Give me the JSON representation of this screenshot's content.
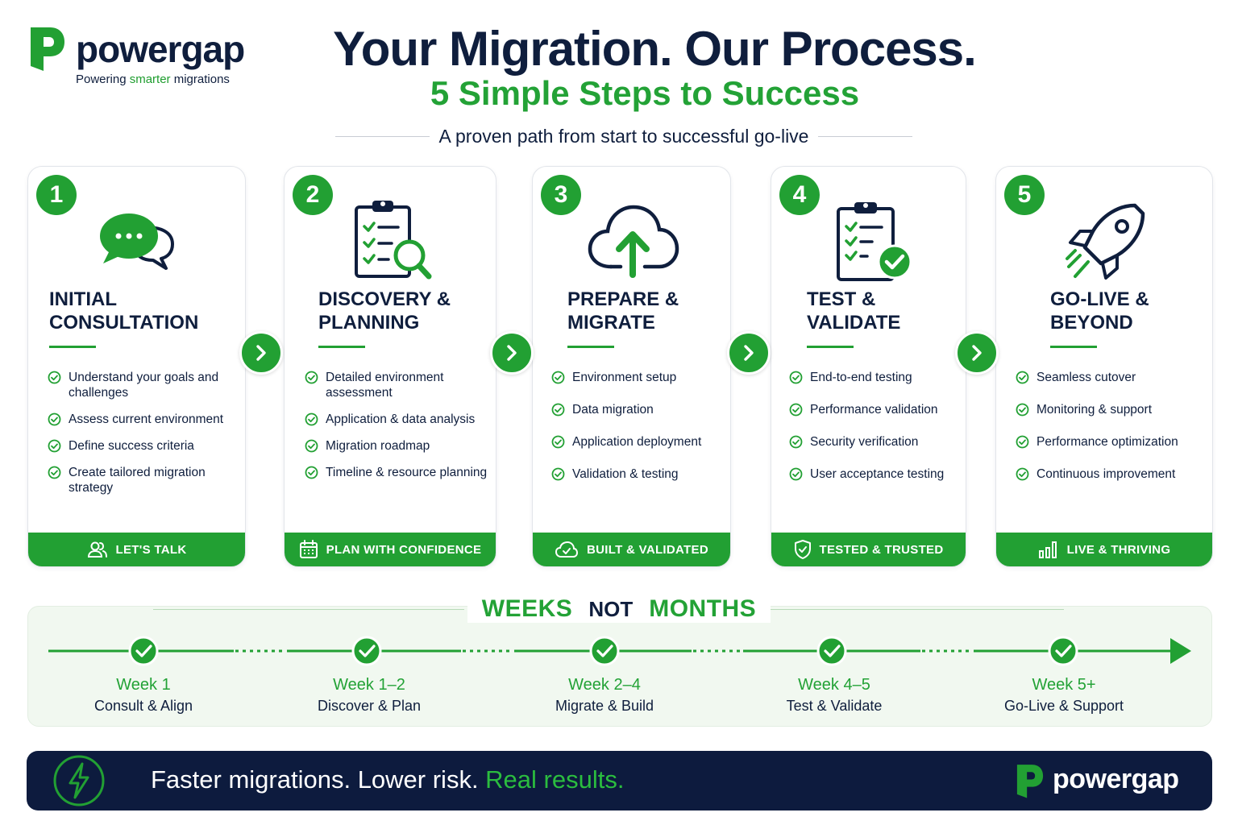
{
  "brand": {
    "name": "powergap",
    "tagline_prefix": "Powering ",
    "tagline_highlight": "smarter",
    "tagline_suffix": " migrations"
  },
  "header": {
    "title": "Your Migration. Our Process.",
    "subtitle": "5 Simple Steps to Success",
    "tagline": "A proven path from start to successful go-live"
  },
  "steps": [
    {
      "number": "1",
      "icon": "chat-bubbles-icon",
      "title_line1": "INITIAL",
      "title_line2": "CONSULTATION",
      "items": [
        "Understand your goals and challenges",
        "Assess current environment",
        "Define success criteria",
        "Create tailored migration strategy"
      ],
      "band_icon": "users-icon",
      "band_label": "LET'S TALK"
    },
    {
      "number": "2",
      "icon": "clipboard-search-icon",
      "title_line1": "DISCOVERY &",
      "title_line2": "PLANNING",
      "items": [
        "Detailed environment assessment",
        "Application & data analysis",
        "Migration roadmap",
        "Timeline & resource planning"
      ],
      "band_icon": "calendar-icon",
      "band_label": "PLAN WITH CONFIDENCE"
    },
    {
      "number": "3",
      "icon": "cloud-upload-icon",
      "title_line1": "PREPARE &",
      "title_line2": "MIGRATE",
      "items": [
        "Environment setup",
        "Data migration",
        "Application deployment",
        "Validation & testing"
      ],
      "band_icon": "cloud-check-icon",
      "band_label": "BUILT & VALIDATED"
    },
    {
      "number": "4",
      "icon": "clipboard-check-icon",
      "title_line1": "TEST &",
      "title_line2": "VALIDATE",
      "items": [
        "End-to-end testing",
        "Performance validation",
        "Security verification",
        "User acceptance testing"
      ],
      "band_icon": "shield-check-icon",
      "band_label": "TESTED & TRUSTED"
    },
    {
      "number": "5",
      "icon": "rocket-icon",
      "title_line1": "GO-LIVE &",
      "title_line2": "BEYOND",
      "items": [
        "Seamless cutover",
        "Monitoring & support",
        "Performance optimization",
        "Continuous improvement"
      ],
      "band_icon": "bar-chart-icon",
      "band_label": "LIVE & THRIVING"
    }
  ],
  "timeline": {
    "heading_left": "WEEKS",
    "heading_mid": "NOT",
    "heading_right": "MONTHS",
    "milestones": [
      {
        "week": "Week 1",
        "desc": "Consult & Align"
      },
      {
        "week": "Week 1–2",
        "desc": "Discover & Plan"
      },
      {
        "week": "Week 2–4",
        "desc": "Migrate & Build"
      },
      {
        "week": "Week 4–5",
        "desc": "Test & Validate"
      },
      {
        "week": "Week 5+",
        "desc": "Go-Live & Support"
      }
    ]
  },
  "footer": {
    "icon": "lightning-bolt-icon",
    "msg_part1": "Faster migrations. Lower risk. ",
    "msg_highlight": "Real results.",
    "brand": "powergap"
  },
  "colors": {
    "navy": "#0f1e3d",
    "green": "#22a033",
    "footer_bg": "#0d1b3e"
  }
}
